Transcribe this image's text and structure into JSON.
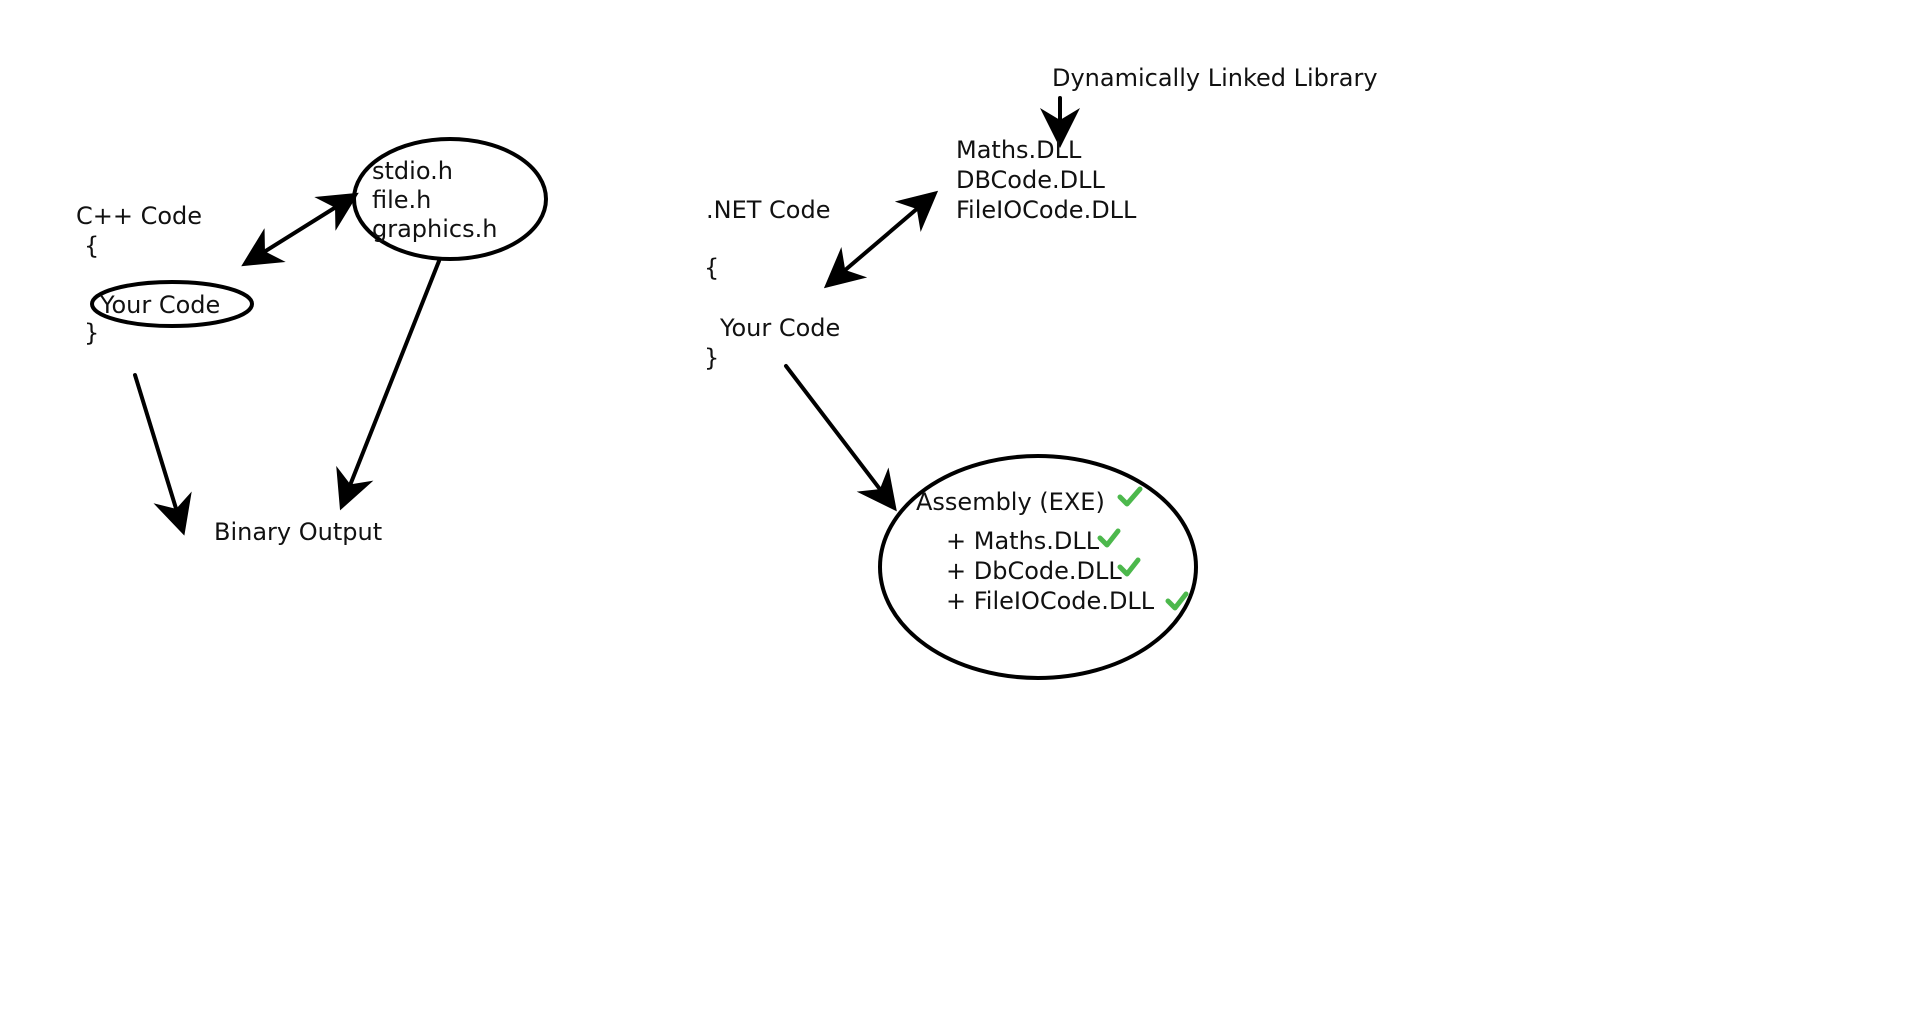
{
  "cpp": {
    "heading": "C++ Code",
    "open_brace": "{",
    "your_code": "Your Code",
    "close_brace": "}",
    "headers": [
      "stdio.h",
      "file.h",
      "graphics.h"
    ],
    "output": "Binary Output"
  },
  "dotnet": {
    "heading": ".NET Code",
    "open_brace": "{",
    "your_code": "Your Code",
    "close_brace": "}",
    "library_label": "Dynamically Linked Library",
    "dlls": [
      "Maths.DLL",
      "DBCode.DLL",
      "FileIOCode.DLL"
    ],
    "assembly": {
      "title": "Assembly (EXE)",
      "items": [
        "+ Maths.DLL",
        "+ DbCode.DLL",
        "+ FileIOCode.DLL"
      ]
    }
  },
  "icons": {
    "arrow": "arrow-icon",
    "check": "checkmark-icon"
  },
  "colors": {
    "ink": "#000000",
    "check": "#4cb84c",
    "background": "#ffffff"
  }
}
